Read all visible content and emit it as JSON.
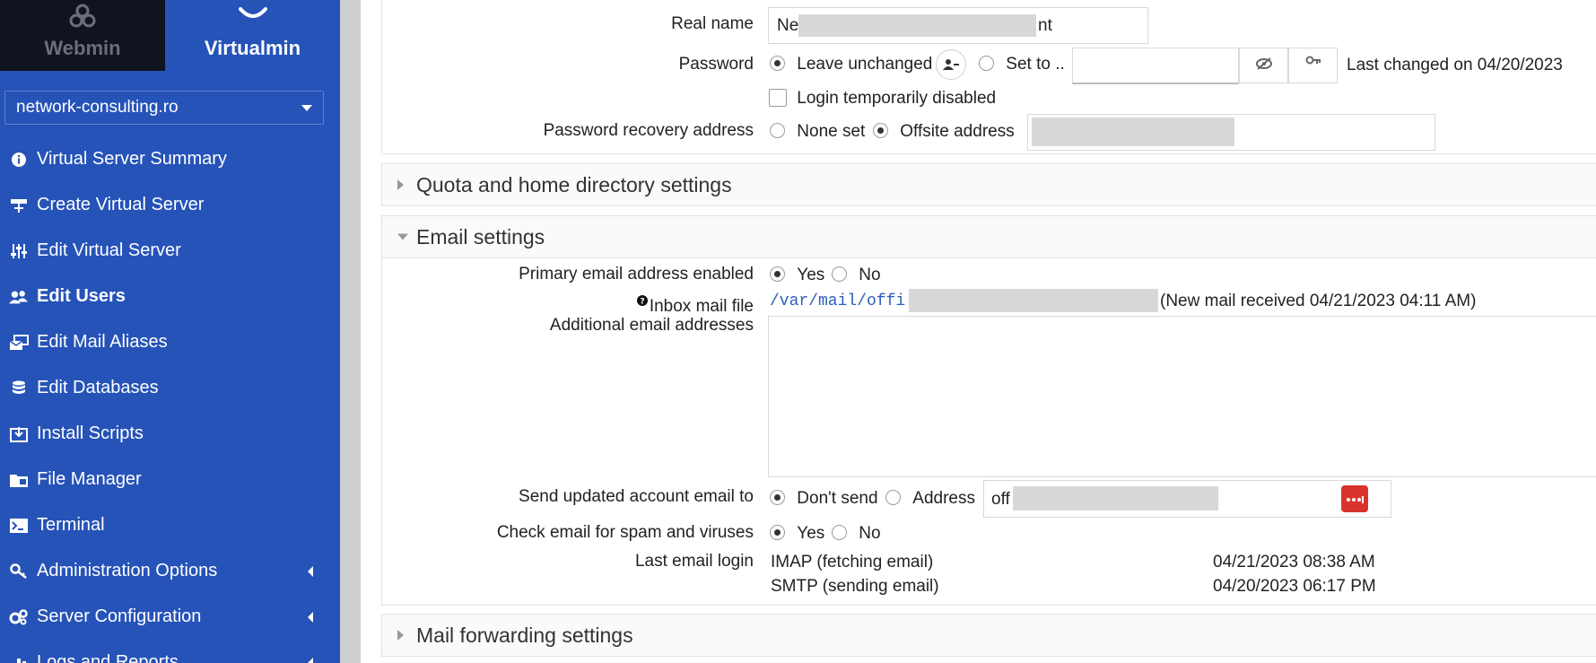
{
  "sidebar": {
    "tabs": {
      "webmin": "Webmin",
      "virtualmin": "Virtualmin"
    },
    "domain": "network-consulting.ro",
    "items": [
      {
        "label": "Virtual Server Summary",
        "icon": "info-icon"
      },
      {
        "label": "Create Virtual Server",
        "icon": "create-server-icon"
      },
      {
        "label": "Edit Virtual Server",
        "icon": "sliders-icon"
      },
      {
        "label": "Edit Users",
        "icon": "users-icon",
        "active": true
      },
      {
        "label": "Edit Mail Aliases",
        "icon": "mail-aliases-icon"
      },
      {
        "label": "Edit Databases",
        "icon": "database-icon"
      },
      {
        "label": "Install Scripts",
        "icon": "install-icon"
      },
      {
        "label": "File Manager",
        "icon": "folder-icon"
      },
      {
        "label": "Terminal",
        "icon": "terminal-icon"
      },
      {
        "label": "Administration Options",
        "icon": "key-icon"
      },
      {
        "label": "Server Configuration",
        "icon": "cogs-icon"
      },
      {
        "label": "Logs and Reports",
        "icon": "chart-icon"
      }
    ]
  },
  "form": {
    "real_name": {
      "label": "Real name",
      "value_start": "Ne",
      "value_end": "nt"
    },
    "password": {
      "label": "Password",
      "leave_unchanged": "Leave unchanged",
      "set_to": "Set to ..",
      "last_changed": "Last changed on 04/20/2023"
    },
    "login_disabled": "Login temporarily disabled",
    "recovery": {
      "label": "Password recovery address",
      "none_set": "None set",
      "offsite": "Offsite address"
    }
  },
  "sections": {
    "quota": "Quota and home directory settings",
    "email": "Email settings",
    "forwarding": "Mail forwarding settings"
  },
  "email": {
    "primary": {
      "label": "Primary email address enabled",
      "yes": "Yes",
      "no": "No"
    },
    "inbox": {
      "label": "Inbox mail file",
      "path": "/var/mail/offi",
      "note": "(New mail received 04/21/2023 04:11 AM)"
    },
    "additional": {
      "label": "Additional email addresses"
    },
    "send_updated": {
      "label": "Send updated account email to",
      "dont_send": "Don't send",
      "address": "Address",
      "value_start": "off"
    },
    "spam": {
      "label": "Check email for spam and viruses",
      "yes": "Yes",
      "no": "No"
    },
    "last_login": {
      "label": "Last email login",
      "imap": "IMAP (fetching email)",
      "imap_time": "04/21/2023 08:38 AM",
      "smtp": "SMTP (sending email)",
      "smtp_time": "04/20/2023 06:17 PM"
    }
  },
  "colors": {
    "sidebar": "#2653b8",
    "sidebar_top": "#0f1420",
    "link": "#2b5fb8",
    "danger": "#d9342b"
  }
}
